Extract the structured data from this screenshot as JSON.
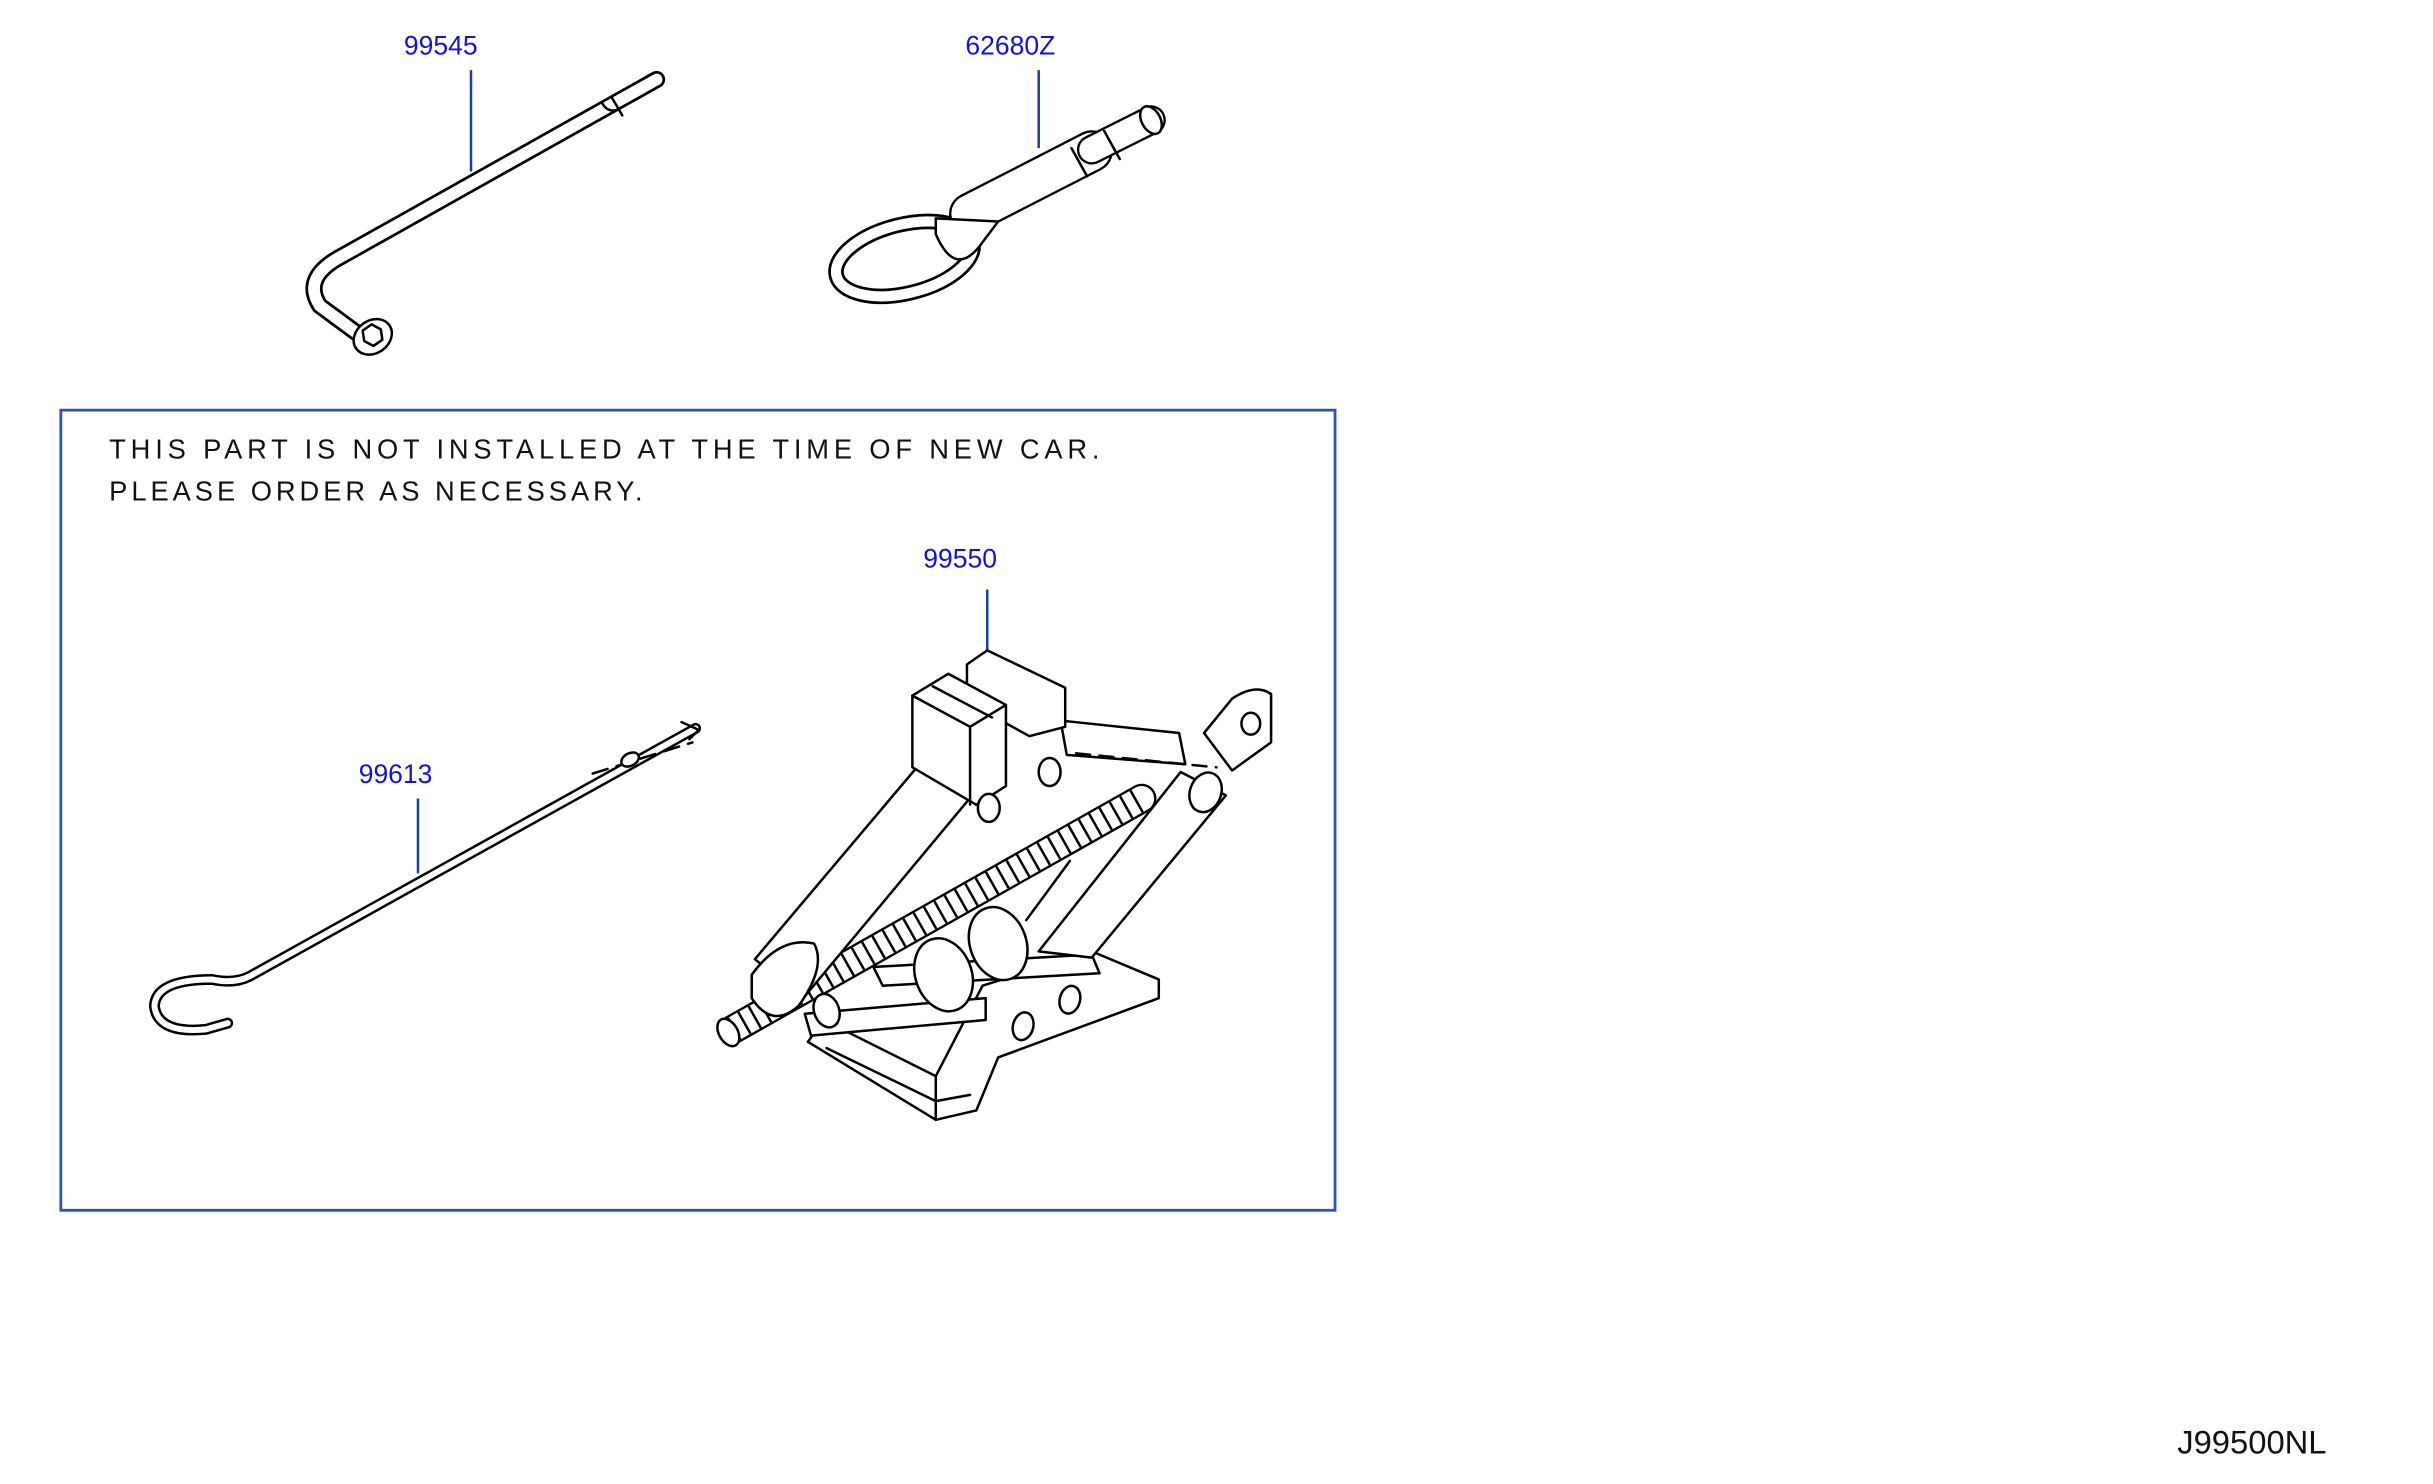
{
  "parts": {
    "lug_wrench": {
      "part_no": "99545",
      "icon": "lug-wrench"
    },
    "tow_hook": {
      "part_no": "62680Z",
      "icon": "tow-hook"
    },
    "jack": {
      "part_no": "99550",
      "icon": "scissor-jack"
    },
    "jack_handle": {
      "part_no": "99613",
      "icon": "jack-handle"
    }
  },
  "notice": {
    "line1": "THIS PART IS NOT INSTALLED AT THE TIME OF NEW CAR.",
    "line2": "PLEASE ORDER AS NECESSARY."
  },
  "diagram_id": "J99500NL",
  "colors": {
    "callout": "#1414c8",
    "leader": "#1f3f9e",
    "frame": "#2f55aa",
    "drawing": "#000000"
  }
}
